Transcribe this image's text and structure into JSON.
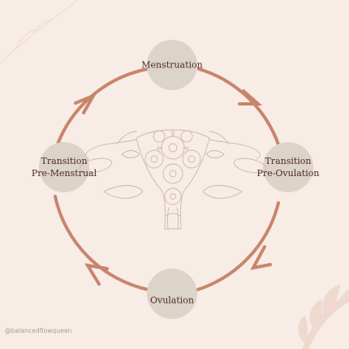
{
  "colors": {
    "background": "#f8ece7",
    "arrow": "#c9856a",
    "node_fill": "#dcd3c9",
    "label_text": "#4a2c26",
    "line_art": "#c9b7b0",
    "leaf_decor": "#e9cfc2"
  },
  "phases": {
    "top": {
      "label": "Menstruation"
    },
    "right": {
      "line1": "Transition",
      "line2": "Pre-Ovulation"
    },
    "bottom": {
      "label": "Ovulation"
    },
    "left": {
      "line1": "Transition",
      "line2": "Pre-Menstrual"
    }
  },
  "illustration": {
    "icon": "floral-uterus-icon"
  },
  "footer": {
    "handle": "@balancedflowqueen"
  }
}
